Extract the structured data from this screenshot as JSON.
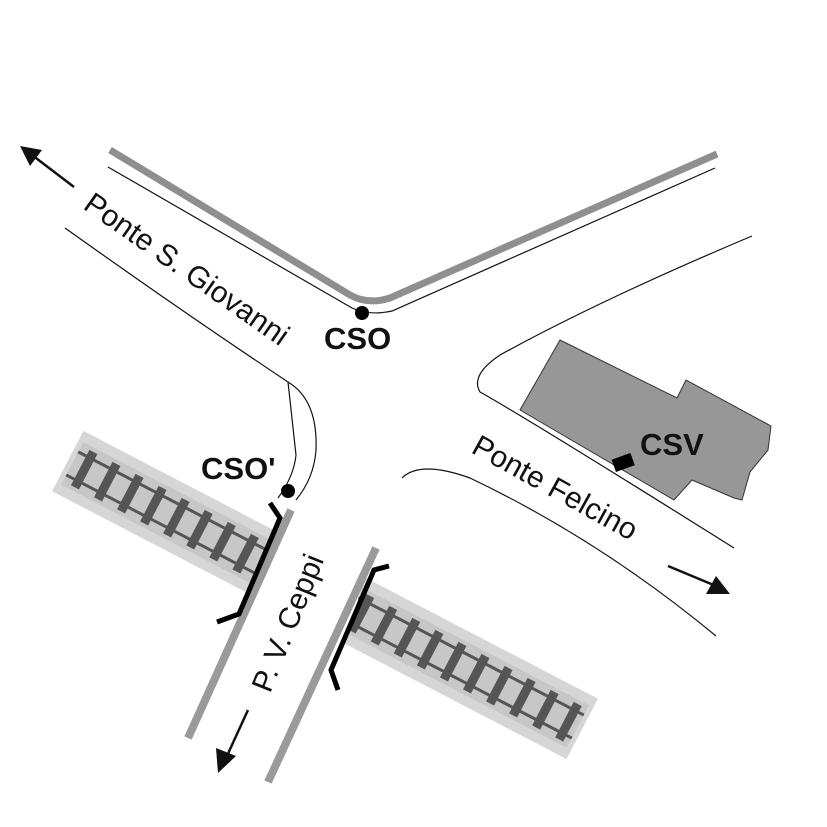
{
  "labels": {
    "road_north_west": "Ponte S. Giovanni",
    "road_east": "Ponte Felcino",
    "road_south": "P. V. Ceppi",
    "point_cso": "CSO",
    "point_cso_prime": "CSO'",
    "point_csv": "CSV"
  },
  "colors": {
    "background": "#ffffff",
    "road_edge": "#111111",
    "embankment": "#8f8f8f",
    "building": "#979797",
    "rail": "#555555",
    "ballast": "#cfcfcf",
    "marker": "#000000"
  },
  "icons": {
    "direction": "arrow-icon",
    "station": "dot-icon",
    "csv_marker": "square-icon"
  }
}
